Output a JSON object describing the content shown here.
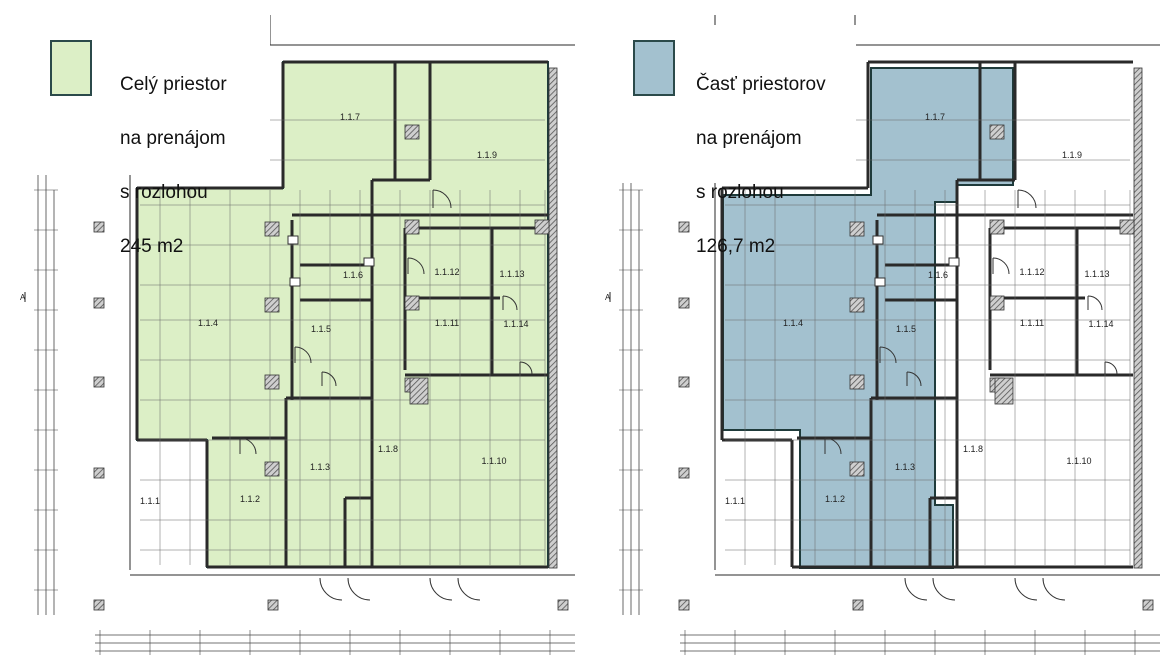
{
  "legend_left": {
    "lines": [
      "Celý priestor",
      "na prenájom",
      "s rozlohou",
      "245 m2"
    ],
    "color": "#dcefc6"
  },
  "legend_right": {
    "lines": [
      "Časť priestorov",
      "na prenájom",
      "s rozlohou",
      "126,7 m2"
    ],
    "color": "#a3c1cf"
  },
  "room_labels": [
    "1.1.1",
    "1.1.2",
    "1.1.3",
    "1.1.4",
    "1.1.5",
    "1.1.6",
    "1.1.7",
    "1.1.8",
    "1.1.9",
    "1.1.10",
    "1.1.11",
    "1.1.12",
    "1.1.13",
    "1.1.14"
  ],
  "axis_marker": "A",
  "colors": {
    "line": "#2a2a2a",
    "hatch": "#7a7a7a",
    "outline": "#1f3b3b"
  }
}
